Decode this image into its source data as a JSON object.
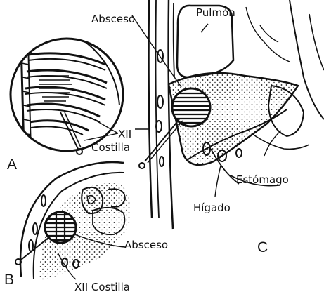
{
  "colors": {
    "ink": "#111111",
    "paper": "#ffffff"
  },
  "panels": {
    "a": "A",
    "b": "B",
    "c": "C"
  },
  "labels": {
    "pulmon": "Pulmón",
    "absceso_top": "Absceso",
    "xii": "XII",
    "costilla": "Costilla",
    "estomago": "Estómago",
    "higado": "Hígado",
    "absceso_bottom": "Absceso",
    "xii_costilla": "XII Costilla"
  }
}
